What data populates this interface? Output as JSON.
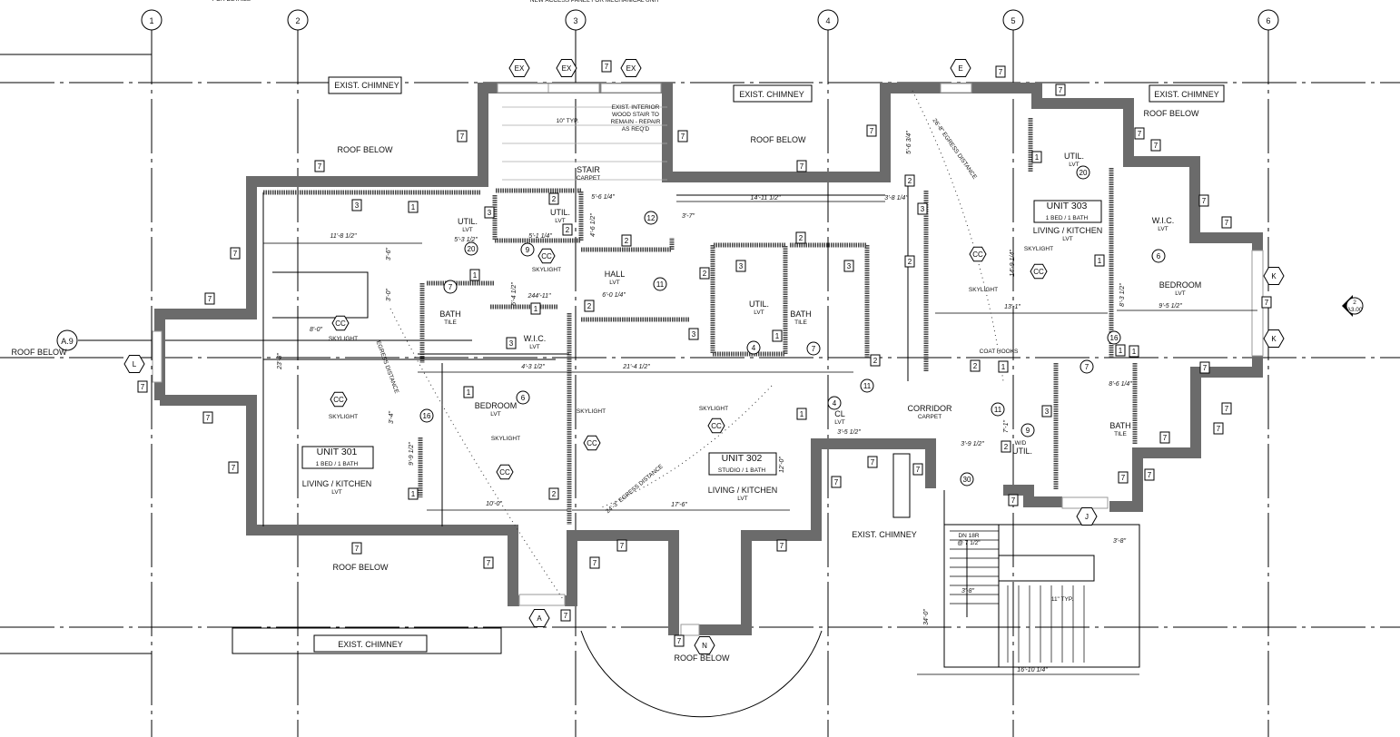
{
  "grid_bubbles": [
    "1",
    "2",
    "3",
    "4",
    "5",
    "6",
    "A.9"
  ],
  "hex_markers": {
    "ex": "EX",
    "e": "E",
    "l": "L",
    "a": "A",
    "n": "N",
    "j": "J",
    "k": "K",
    "cc": "CC"
  },
  "chimney": "EXIST. CHIMNEY",
  "roof_below": "ROOF BELOW",
  "skylight": "SKYLIGHT",
  "lvt": "LVT",
  "tile": "TILE",
  "carpet": "CARPET",
  "units": [
    {
      "name": "UNIT 301",
      "type": "1 BED / 1 BATH"
    },
    {
      "name": "UNIT 302",
      "type": "STUDIO / 1 BATH"
    },
    {
      "name": "UNIT 303",
      "type": "1 BED / 1 BATH"
    }
  ],
  "rooms": {
    "living_kitchen": "LIVING / KITCHEN",
    "bedroom": "BEDROOM",
    "bath": "BATH",
    "wic": "W.I.C.",
    "util": "UTIL.",
    "hall": "HALL",
    "stair": "STAIR",
    "corridor": "CORRIDOR",
    "cl": "CL",
    "wd": "W/D"
  },
  "notes": {
    "stair_note": [
      "EXIST. INTERIOR",
      "WOOD STAIR TO",
      "REMAIN - REPAIR",
      "AS REQ'D"
    ],
    "coat_hooks": "COAT HOOKS",
    "dn": "DN 18R",
    "riser": "@ 7 1/2\"",
    "typ": "11\" TYP.",
    "typ10": "10\" TYP.",
    "egress1": "EGRESS DISTANCE",
    "egress2": "24'-3\" EGRESS DISTANCE",
    "egress3": "26'-8\" EGRESS DISTANCE",
    "top_note": "NEW ACCESS PANEL FOR MECHANICAL UNIT",
    "top_left_note": "FOR DETAILS",
    "section_ref": "2",
    "section_sheet": "A3.00"
  },
  "dimensions": [
    "11'-8 1/2\"",
    "8'-0\"",
    "23'-8\"",
    "14'-11 1/2\"",
    "3'-8 1/4\"",
    "21'-4 1/2\"",
    "4'-3 1/2\"",
    "13'-1\"",
    "9'-5 1/2\"",
    "10'-0\"",
    "17'-6\"",
    "12'-0\"",
    "16'-10 1/4\"",
    "34'-0\"",
    "5'-6 1/4\"",
    "3'-7\"",
    "6'-0 1/4\"",
    "244'-11\"",
    "5'-3 1/2\"",
    "5'-1 1/4\"",
    "3'-9 1/2\"",
    "3'-8\"",
    "3'-8\"",
    "3'-6\"",
    "3'-0\"",
    "5'-6 3/4\"",
    "14'-9 1/4\"",
    "8'-3 1/2\"",
    "3'-4\"",
    "9'-9 1/2\"",
    "5'-4 1/2\"",
    "4'-6 1/2\"",
    "3'-5 1/2\"",
    "8'-6 1/4\"",
    "7'-1\""
  ],
  "tags": {
    "t1": "1",
    "t2": "2",
    "t3": "3",
    "t7": "7"
  },
  "keynotes": [
    "7",
    "12",
    "11",
    "20",
    "9",
    "6",
    "16",
    "4",
    "30"
  ],
  "colors": {
    "wall": "#6b6b6b",
    "line": "#000000"
  }
}
